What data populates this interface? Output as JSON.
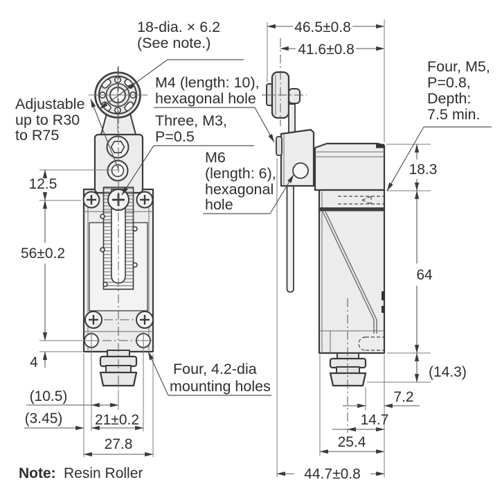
{
  "note": {
    "prefix": "Note:",
    "text": "Resin Roller"
  },
  "callouts": {
    "roller_dia": [
      "18-dia. × 6.2",
      "(See note.)"
    ],
    "adjustable": [
      "Adjustable",
      "up to R30",
      "to R75"
    ],
    "m4": [
      "M4 (length: 10),",
      "hexagonal hole"
    ],
    "m3": [
      "Three, M3,",
      "P=0.5"
    ],
    "m6": [
      "M6",
      "(length: 6),",
      "hexagonal",
      "hole"
    ],
    "m5": [
      "Four, M5,",
      "P=0.8,",
      "Depth:",
      "7.5 min."
    ],
    "mounting": [
      "Four, 4.2-dia",
      "mounting holes"
    ]
  },
  "dims_front": {
    "pivot_offset": "12.5",
    "body_height": "56±0.2",
    "hole_to_bottom": "4",
    "center_to_hole": "(10.5)",
    "edge_to_hole": "(3.45)",
    "hole_pitch": "21±0.2",
    "body_width": "27.8"
  },
  "dims_side": {
    "overall_width": "46.5±0.8",
    "roller_center": "41.6±0.8",
    "head_height": "18.3",
    "body_height": "64",
    "gland_height": "(14.3)",
    "conduit_offset": "7.2",
    "center_to_back": "14.7",
    "body_depth": "25.4",
    "overall_depth": "44.7±0.8"
  },
  "colors": {
    "line": "#3a3a3a",
    "dimension": "#555555",
    "text": "#2e2e2e",
    "fill": "#ececec",
    "background": "#ffffff"
  }
}
